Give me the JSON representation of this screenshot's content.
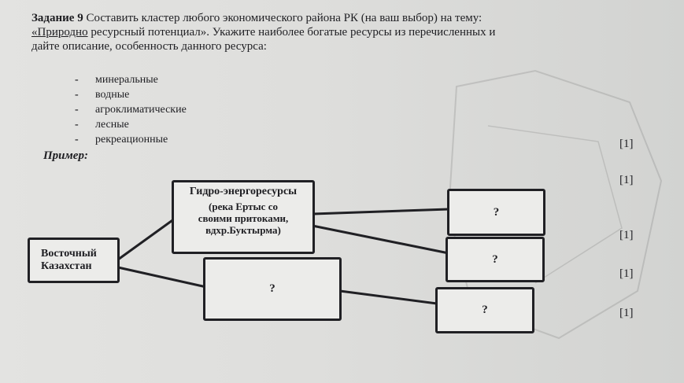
{
  "task": {
    "title_bold": "Задание 9",
    "line1_rest": " Составить кластер любого экономического района РК (на ваш выбор) на тему:",
    "line2_underlined": "«Природно",
    "line2_rest": " ресурсный потенциал». Укажите наиболее богатые ресурсы из перечисленных и",
    "line3": "дайте описание, особенность данного ресурса:"
  },
  "resources": [
    "минеральные",
    "водные",
    "агроклиматические",
    "лесные",
    "рекреационные"
  ],
  "example_label": "Пример:",
  "scores": [
    "[1]",
    "[1]",
    "[1]",
    "[1]",
    "[1]"
  ],
  "cluster": {
    "root_line1": "Восточный",
    "root_line2": "Казахстан",
    "hydro_title": "Гидро-энергоресурсы",
    "hydro_line1": "(река Ертыс со",
    "hydro_line2": "своими притоками,",
    "hydro_line3": "вдхр.Буктырма)",
    "placeholder": "?"
  }
}
